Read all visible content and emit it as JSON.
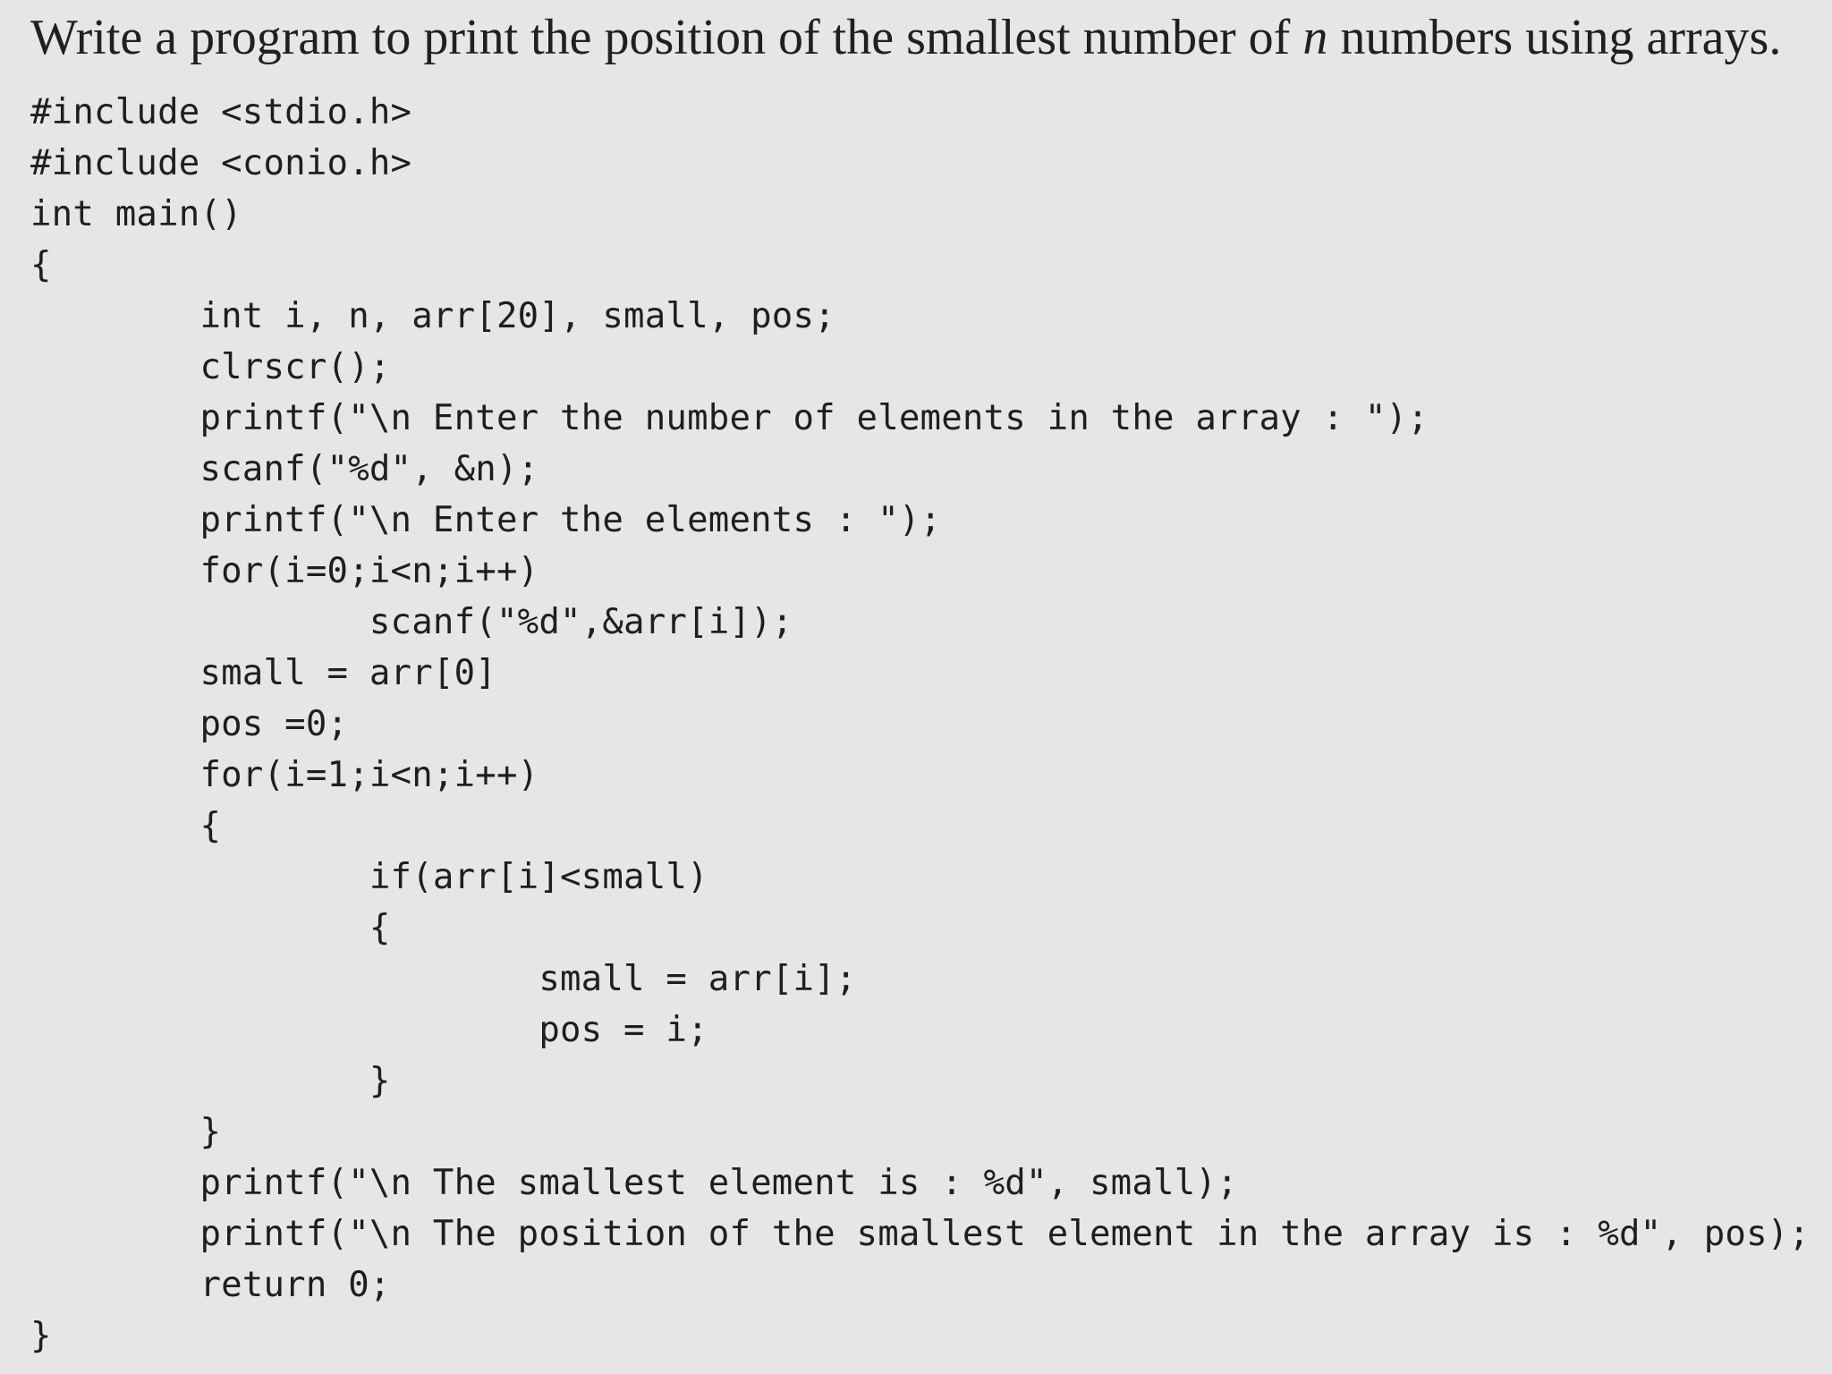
{
  "question": {
    "before": "Write a program to print the position of the smallest number of ",
    "variable": "n",
    "after": " numbers using arrays."
  },
  "code": {
    "lines": [
      "#include <stdio.h>",
      "#include <conio.h>",
      "int main()",
      "{",
      "        int i, n, arr[20], small, pos;",
      "        clrscr();",
      "        printf(\"\\n Enter the number of elements in the array : \");",
      "        scanf(\"%d\", &n);",
      "        printf(\"\\n Enter the elements : \");",
      "        for(i=0;i<n;i++)",
      "                scanf(\"%d\",&arr[i]);",
      "        small = arr[0]",
      "        pos =0;",
      "        for(i=1;i<n;i++)",
      "        {",
      "                if(arr[i]<small)",
      "                {",
      "                        small = arr[i];",
      "                        pos = i;",
      "                }",
      "        }",
      "        printf(\"\\n The smallest element is : %d\", small);",
      "        printf(\"\\n The position of the smallest element in the array is : %d\", pos);",
      "        return 0;",
      "}"
    ]
  }
}
